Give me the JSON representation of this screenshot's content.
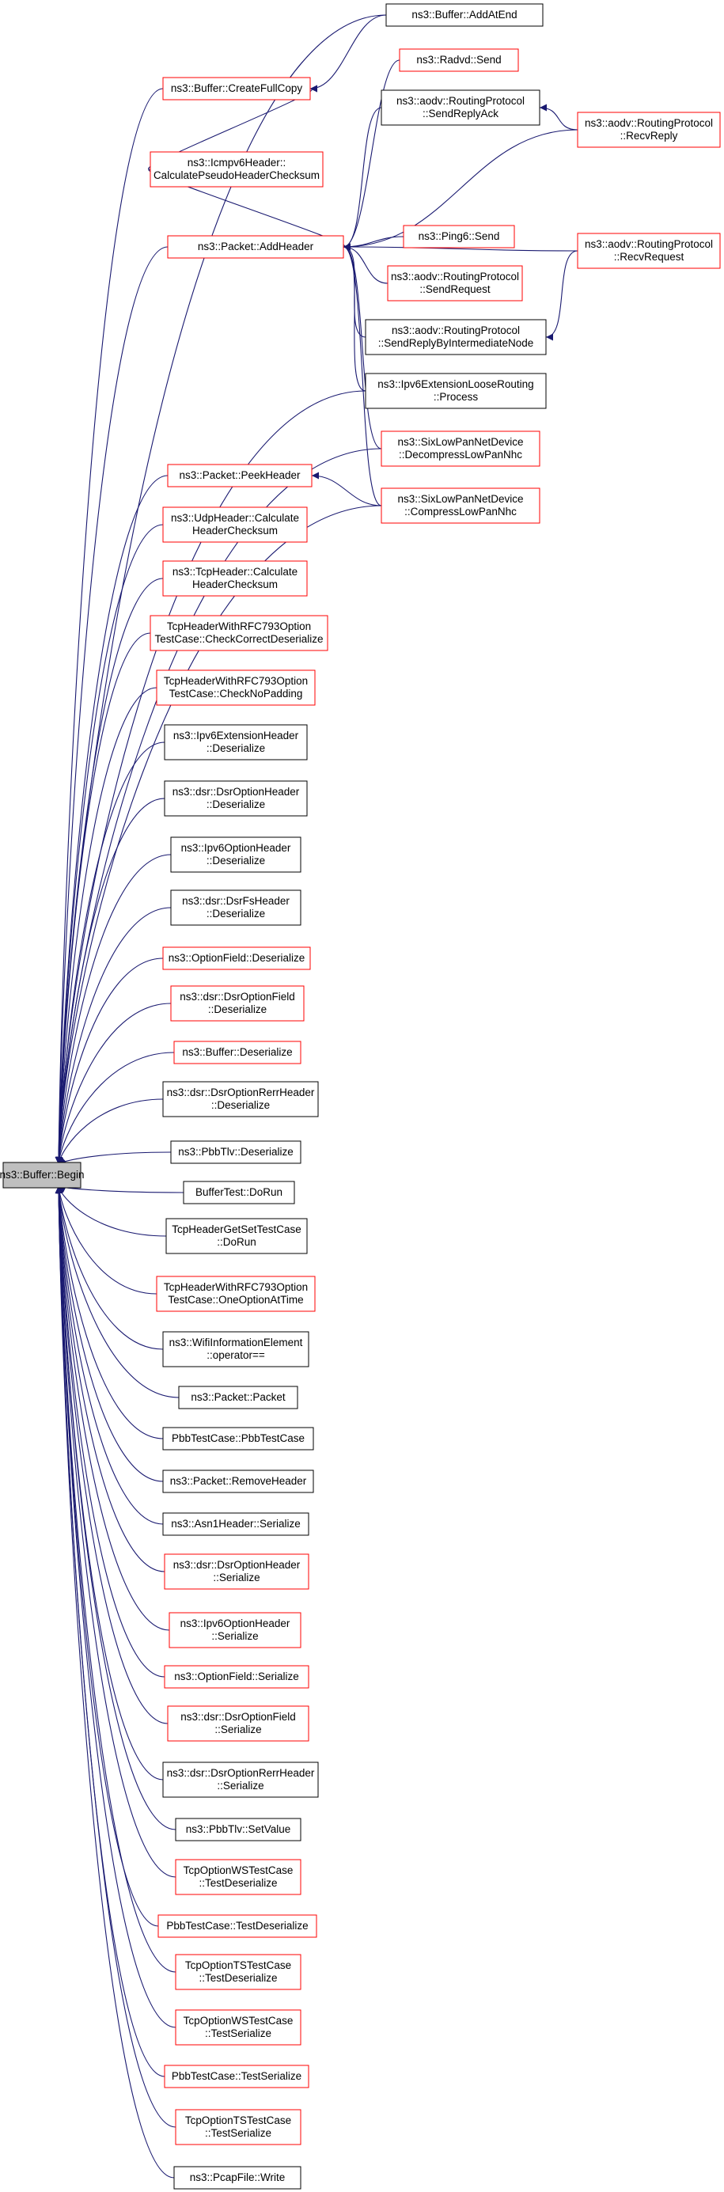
{
  "graph": {
    "root": "ns3::Buffer::Begin",
    "colors": {
      "edge": "#191970",
      "node_border_default": "#000000",
      "node_border_partial": "#ff0000",
      "root_fill": "#bfbfbf",
      "node_fill": "#ffffff"
    },
    "nodes": [
      {
        "id": "begin",
        "lines": [
          "ns3::Buffer::Begin"
        ],
        "style": "root"
      },
      {
        "id": "addatend",
        "lines": [
          "ns3::Buffer::AddAtEnd"
        ],
        "style": "black"
      },
      {
        "id": "createfullcopy",
        "lines": [
          "ns3::Buffer::CreateFullCopy"
        ],
        "style": "red"
      },
      {
        "id": "radvd",
        "lines": [
          "ns3::Radvd::Send"
        ],
        "style": "red"
      },
      {
        "id": "sendreplyack",
        "lines": [
          "ns3::aodv::RoutingProtocol",
          "::SendReplyAck"
        ],
        "style": "black"
      },
      {
        "id": "recvreply",
        "lines": [
          "ns3::aodv::RoutingProtocol",
          "::RecvReply"
        ],
        "style": "red"
      },
      {
        "id": "icmpv6",
        "lines": [
          "ns3::Icmpv6Header::",
          "CalculatePseudoHeaderChecksum"
        ],
        "style": "red"
      },
      {
        "id": "ping6",
        "lines": [
          "ns3::Ping6::Send"
        ],
        "style": "red"
      },
      {
        "id": "recvrequest",
        "lines": [
          "ns3::aodv::RoutingProtocol",
          "::RecvRequest"
        ],
        "style": "red"
      },
      {
        "id": "addheader",
        "lines": [
          "ns3::Packet::AddHeader"
        ],
        "style": "red"
      },
      {
        "id": "sendrequest",
        "lines": [
          "ns3::aodv::RoutingProtocol",
          "::SendRequest"
        ],
        "style": "red"
      },
      {
        "id": "sendreplyinter",
        "lines": [
          "ns3::aodv::RoutingProtocol",
          "::SendReplyByIntermediateNode"
        ],
        "style": "black"
      },
      {
        "id": "ipv6looserouting",
        "lines": [
          "ns3::Ipv6ExtensionLooseRouting",
          "::Process"
        ],
        "style": "black"
      },
      {
        "id": "decompress",
        "lines": [
          "ns3::SixLowPanNetDevice",
          "::DecompressLowPanNhc"
        ],
        "style": "red"
      },
      {
        "id": "peekheader",
        "lines": [
          "ns3::Packet::PeekHeader"
        ],
        "style": "red"
      },
      {
        "id": "compress",
        "lines": [
          "ns3::SixLowPanNetDevice",
          "::CompressLowPanNhc"
        ],
        "style": "red"
      },
      {
        "id": "udpcalc",
        "lines": [
          "ns3::UdpHeader::Calculate",
          "HeaderChecksum"
        ],
        "style": "red"
      },
      {
        "id": "tcpcalc",
        "lines": [
          "ns3::TcpHeader::Calculate",
          "HeaderChecksum"
        ],
        "style": "red"
      },
      {
        "id": "rfc793check",
        "lines": [
          "TcpHeaderWithRFC793Option",
          "TestCase::CheckCorrectDeserialize"
        ],
        "style": "red"
      },
      {
        "id": "rfc793nopad",
        "lines": [
          "TcpHeaderWithRFC793Option",
          "TestCase::CheckNoPadding"
        ],
        "style": "red"
      },
      {
        "id": "ipv6ext",
        "lines": [
          "ns3::Ipv6ExtensionHeader",
          "::Deserialize"
        ],
        "style": "black"
      },
      {
        "id": "dsroptheader",
        "lines": [
          "ns3::dsr::DsrOptionHeader",
          "::Deserialize"
        ],
        "style": "black"
      },
      {
        "id": "ipv6opt",
        "lines": [
          "ns3::Ipv6OptionHeader",
          "::Deserialize"
        ],
        "style": "black"
      },
      {
        "id": "dsrfs",
        "lines": [
          "ns3::dsr::DsrFsHeader",
          "::Deserialize"
        ],
        "style": "black"
      },
      {
        "id": "optfielddes",
        "lines": [
          "ns3::OptionField::Deserialize"
        ],
        "style": "red"
      },
      {
        "id": "dsroptfield",
        "lines": [
          "ns3::dsr::DsrOptionField",
          "::Deserialize"
        ],
        "style": "red"
      },
      {
        "id": "bufdes",
        "lines": [
          "ns3::Buffer::Deserialize"
        ],
        "style": "red"
      },
      {
        "id": "dsrrerr",
        "lines": [
          "ns3::dsr::DsrOptionRerrHeader",
          "::Deserialize"
        ],
        "style": "black"
      },
      {
        "id": "pbbtlvdes",
        "lines": [
          "ns3::PbbTlv::Deserialize"
        ],
        "style": "black"
      },
      {
        "id": "buftest",
        "lines": [
          "BufferTest::DoRun"
        ],
        "style": "black"
      },
      {
        "id": "tcpgetset",
        "lines": [
          "TcpHeaderGetSetTestCase",
          "::DoRun"
        ],
        "style": "black"
      },
      {
        "id": "rfc793one",
        "lines": [
          "TcpHeaderWithRFC793Option",
          "TestCase::OneOptionAtTime"
        ],
        "style": "red"
      },
      {
        "id": "wifiinfo",
        "lines": [
          "ns3::WifiInformationElement",
          "::operator=="
        ],
        "style": "black"
      },
      {
        "id": "packet",
        "lines": [
          "ns3::Packet::Packet"
        ],
        "style": "black"
      },
      {
        "id": "pbbtestcase",
        "lines": [
          "PbbTestCase::PbbTestCase"
        ],
        "style": "black"
      },
      {
        "id": "removeheader",
        "lines": [
          "ns3::Packet::RemoveHeader"
        ],
        "style": "black"
      },
      {
        "id": "asn1",
        "lines": [
          "ns3::Asn1Header::Serialize"
        ],
        "style": "black"
      },
      {
        "id": "dsroptser",
        "lines": [
          "ns3::dsr::DsrOptionHeader",
          "::Serialize"
        ],
        "style": "red"
      },
      {
        "id": "ipv6optser",
        "lines": [
          "ns3::Ipv6OptionHeader",
          "::Serialize"
        ],
        "style": "red"
      },
      {
        "id": "optfieldser",
        "lines": [
          "ns3::OptionField::Serialize"
        ],
        "style": "red"
      },
      {
        "id": "dsroptfieldser",
        "lines": [
          "ns3::dsr::DsrOptionField",
          "::Serialize"
        ],
        "style": "red"
      },
      {
        "id": "dsrrerrser",
        "lines": [
          "ns3::dsr::DsrOptionRerrHeader",
          "::Serialize"
        ],
        "style": "black"
      },
      {
        "id": "pbbsetvalue",
        "lines": [
          "ns3::PbbTlv::SetValue"
        ],
        "style": "black"
      },
      {
        "id": "wstestdes",
        "lines": [
          "TcpOptionWSTestCase",
          "::TestDeserialize"
        ],
        "style": "red"
      },
      {
        "id": "pbbtestdes",
        "lines": [
          "PbbTestCase::TestDeserialize"
        ],
        "style": "red"
      },
      {
        "id": "tstestdes",
        "lines": [
          "TcpOptionTSTestCase",
          "::TestDeserialize"
        ],
        "style": "red"
      },
      {
        "id": "wstestser",
        "lines": [
          "TcpOptionWSTestCase",
          "::TestSerialize"
        ],
        "style": "red"
      },
      {
        "id": "pbbtestser",
        "lines": [
          "PbbTestCase::TestSerialize"
        ],
        "style": "red"
      },
      {
        "id": "tstestser",
        "lines": [
          "TcpOptionTSTestCase",
          "::TestSerialize"
        ],
        "style": "red"
      },
      {
        "id": "pcapwrite",
        "lines": [
          "ns3::PcapFile::Write"
        ],
        "style": "black"
      }
    ],
    "edges": [
      [
        "addatend",
        "begin"
      ],
      [
        "createfullcopy",
        "begin"
      ],
      [
        "addheader",
        "begin"
      ],
      [
        "ipv6looserouting",
        "begin"
      ],
      [
        "decompress",
        "begin"
      ],
      [
        "peekheader",
        "begin"
      ],
      [
        "compress",
        "begin"
      ],
      [
        "udpcalc",
        "begin"
      ],
      [
        "tcpcalc",
        "begin"
      ],
      [
        "rfc793check",
        "begin"
      ],
      [
        "rfc793nopad",
        "begin"
      ],
      [
        "ipv6ext",
        "begin"
      ],
      [
        "dsroptheader",
        "begin"
      ],
      [
        "ipv6opt",
        "begin"
      ],
      [
        "dsrfs",
        "begin"
      ],
      [
        "optfielddes",
        "begin"
      ],
      [
        "dsroptfield",
        "begin"
      ],
      [
        "bufdes",
        "begin"
      ],
      [
        "dsrrerr",
        "begin"
      ],
      [
        "pbbtlvdes",
        "begin"
      ],
      [
        "buftest",
        "begin"
      ],
      [
        "tcpgetset",
        "begin"
      ],
      [
        "rfc793one",
        "begin"
      ],
      [
        "wifiinfo",
        "begin"
      ],
      [
        "packet",
        "begin"
      ],
      [
        "pbbtestcase",
        "begin"
      ],
      [
        "removeheader",
        "begin"
      ],
      [
        "asn1",
        "begin"
      ],
      [
        "dsroptser",
        "begin"
      ],
      [
        "ipv6optser",
        "begin"
      ],
      [
        "optfieldser",
        "begin"
      ],
      [
        "dsroptfieldser",
        "begin"
      ],
      [
        "dsrrerrser",
        "begin"
      ],
      [
        "pbbsetvalue",
        "begin"
      ],
      [
        "wstestdes",
        "begin"
      ],
      [
        "pbbtestdes",
        "begin"
      ],
      [
        "tstestdes",
        "begin"
      ],
      [
        "wstestser",
        "begin"
      ],
      [
        "pbbtestser",
        "begin"
      ],
      [
        "tstestser",
        "begin"
      ],
      [
        "pcapwrite",
        "begin"
      ],
      [
        "addatend",
        "createfullcopy"
      ],
      [
        "radvd",
        "addheader"
      ],
      [
        "sendreplyack",
        "addheader"
      ],
      [
        "recvreply",
        "addheader"
      ],
      [
        "icmpv6",
        "addheader"
      ],
      [
        "ping6",
        "addheader"
      ],
      [
        "recvrequest",
        "addheader"
      ],
      [
        "sendrequest",
        "addheader"
      ],
      [
        "sendreplyinter",
        "addheader"
      ],
      [
        "ipv6looserouting",
        "addheader"
      ],
      [
        "decompress",
        "addheader"
      ],
      [
        "compress",
        "addheader"
      ],
      [
        "recvreply",
        "sendreplyack"
      ],
      [
        "recvrequest",
        "sendreplyinter"
      ],
      [
        "compress",
        "peekheader"
      ],
      [
        "icmpv6",
        "createfullcopy"
      ]
    ]
  }
}
